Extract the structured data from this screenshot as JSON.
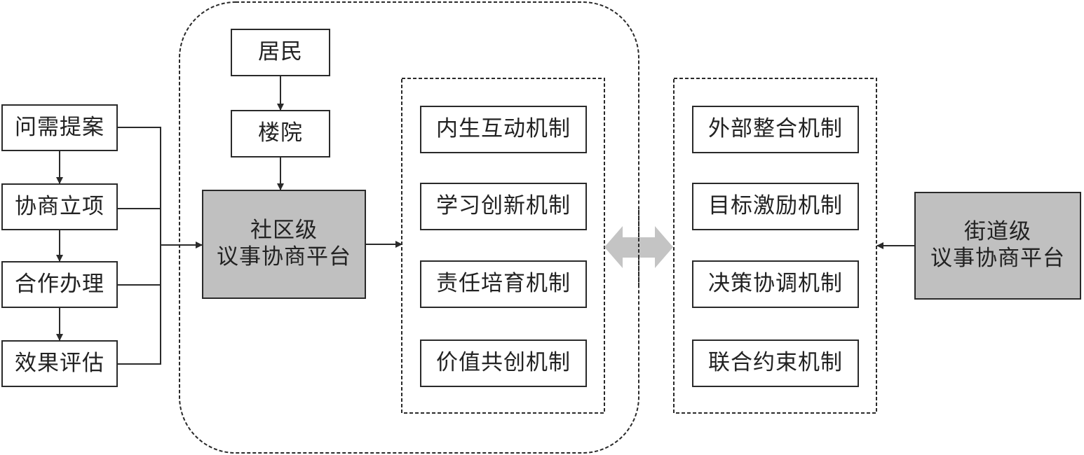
{
  "process_steps": [
    "问需提案",
    "协商立项",
    "合作办理",
    "效果评估"
  ],
  "residents": "居民",
  "compound": "楼院",
  "community_platform": {
    "line1": "社区级",
    "line2": "议事协商平台"
  },
  "internal_mechanisms": [
    "内生互动机制",
    "学习创新机制",
    "责任培育机制",
    "价值共创机制"
  ],
  "external_mechanisms": [
    "外部整合机制",
    "目标激励机制",
    "决策协调机制",
    "联合约束机制"
  ],
  "street_platform": {
    "line1": "街道级",
    "line2": "议事协商平台"
  },
  "colors": {
    "platform_fill": "#c0c0c0",
    "double_arrow": "#c4c4c4",
    "line": "#2a2a2a"
  }
}
